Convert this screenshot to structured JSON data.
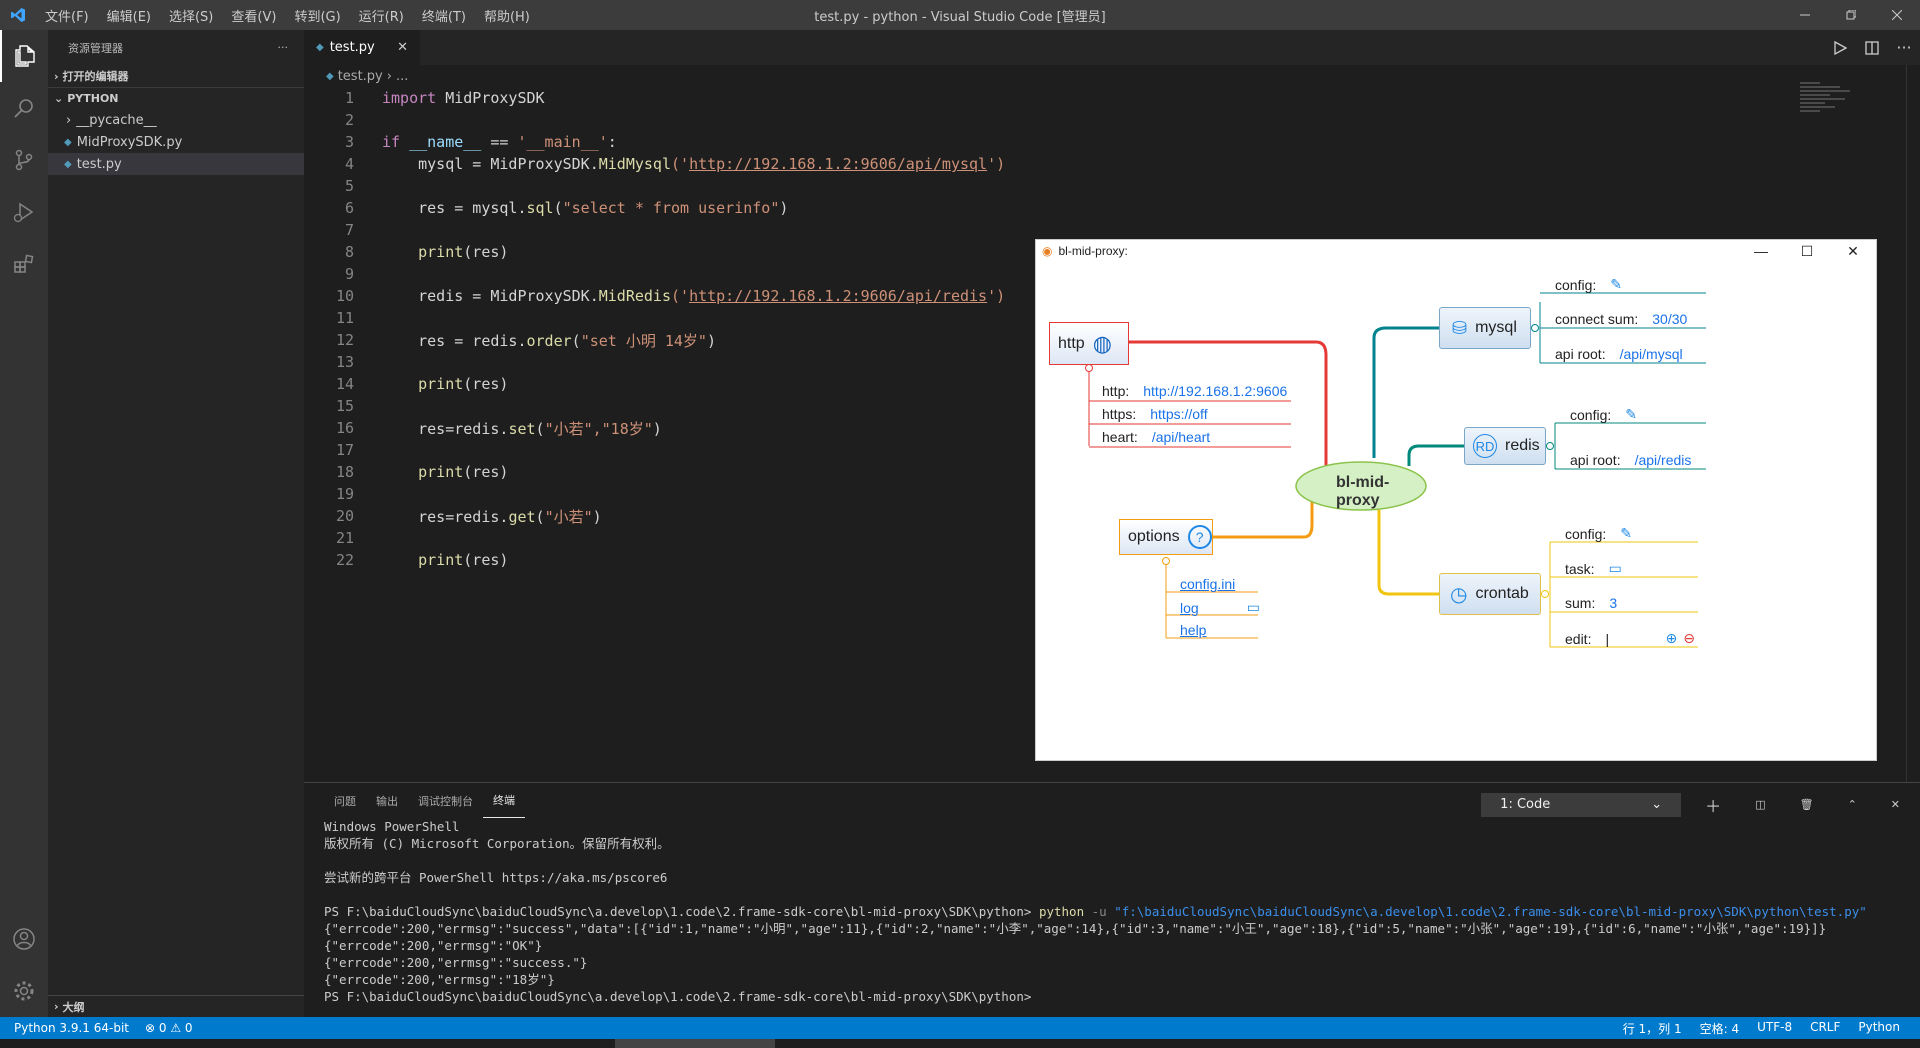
{
  "window": {
    "title": "test.py - python - Visual Studio Code [管理员]",
    "menu": [
      "文件(F)",
      "编辑(E)",
      "选择(S)",
      "查看(V)",
      "转到(G)",
      "运行(R)",
      "终端(T)",
      "帮助(H)"
    ]
  },
  "sidebar": {
    "title": "资源管理器",
    "open_editors": "打开的编辑器",
    "folder": "PYTHON",
    "items": [
      "__pycache__",
      "MidProxySDK.py",
      "test.py"
    ],
    "outline": "大纲"
  },
  "editor": {
    "tab": "test.py",
    "breadcrumb_file": "test.py",
    "breadcrumb_more": "...",
    "lines": [
      "1",
      "2",
      "3",
      "4",
      "5",
      "6",
      "7",
      "8",
      "9",
      "10",
      "11",
      "12",
      "13",
      "14",
      "15",
      "16",
      "17",
      "18",
      "19",
      "20",
      "21",
      "22"
    ],
    "code": {
      "l1_kw": "import",
      "l1_mod": " MidProxySDK",
      "l3_kw": "if",
      "l3_a": " __name__",
      "l3_b": " == ",
      "l3_c": "'__main__'",
      "l3_d": ":",
      "l4_a": "    mysql = MidProxySDK.",
      "l4_fn": "MidMysql",
      "l4_b": "('",
      "l4_url": "http://192.168.1.2:9606/api/mysql",
      "l4_c": "')",
      "l6_a": "    res = mysql.",
      "l6_fn": "sql",
      "l6_b": "(",
      "l6_str": "\"select * from userinfo\"",
      "l6_c": ")",
      "l8_fn": "    print",
      "l8_a": "(res)",
      "l10_a": "    redis = MidProxySDK.",
      "l10_fn": "MidRedis",
      "l10_b": "('",
      "l10_url": "http://192.168.1.2:9606/api/redis",
      "l10_c": "')",
      "l12_a": "    res = redis.",
      "l12_fn": "order",
      "l12_b": "(",
      "l12_str": "\"set 小明 14岁\"",
      "l12_c": ")",
      "l14_fn": "    print",
      "l14_a": "(res)",
      "l16_a": "    res=redis.",
      "l16_fn": "set",
      "l16_b": "(",
      "l16_str": "\"小若\",\"18岁\"",
      "l16_c": ")",
      "l18_fn": "    print",
      "l18_a": "(res)",
      "l20_a": "    res=redis.",
      "l20_fn": "get",
      "l20_b": "(",
      "l20_str": "\"小若\"",
      "l20_c": ")",
      "l22_fn": "    print",
      "l22_a": "(res)"
    }
  },
  "panel": {
    "tabs": [
      "问题",
      "输出",
      "调试控制台",
      "终端"
    ],
    "terminal_select": "1: Code",
    "terminal": [
      "Windows PowerShell",
      "版权所有 (C) Microsoft Corporation。保留所有权利。",
      "",
      "尝试新的跨平台 PowerShell https://aka.ms/pscore6",
      "",
      "{\"errcode\":200,\"errmsg\":\"success\",\"data\":[{\"id\":1,\"name\":\"小明\",\"age\":11},{\"id\":2,\"name\":\"小李\",\"age\":14},{\"id\":3,\"name\":\"小王\",\"age\":18},{\"id\":5,\"name\":\"小张\",\"age\":19},{\"id\":6,\"name\":\"小张\",\"age\":19}]}",
      "{\"errcode\":200,\"errmsg\":\"OK\"}",
      "{\"errcode\":200,\"errmsg\":\"success.\"}",
      "{\"errcode\":200,\"errmsg\":\"18岁\"}",
      "PS F:\\baiduCloudSync\\baiduCloudSync\\a.develop\\1.code\\2.frame-sdk-core\\bl-mid-proxy\\SDK\\python>"
    ],
    "cmd_prompt": "PS F:\\baiduCloudSync\\baiduCloudSync\\a.develop\\1.code\\2.frame-sdk-core\\bl-mid-proxy\\SDK\\python> ",
    "cmd_exe": "python",
    "cmd_flag": " -u ",
    "cmd_path": "\"f:\\baiduCloudSync\\baiduCloudSync\\a.develop\\1.code\\2.frame-sdk-core\\bl-mid-proxy\\SDK\\python\\test.py\""
  },
  "status": {
    "python": "Python 3.9.1 64-bit",
    "problems": "⊗ 0 ⚠ 0",
    "position": "行 1，列 1",
    "spaces": "空格: 4",
    "encoding": "UTF-8",
    "eol": "CRLF",
    "lang": "Python"
  },
  "mindmap": {
    "title": "bl-mid-proxy:",
    "center": "bl-mid-proxy",
    "http": {
      "label": "http",
      "items": [
        [
          "http:",
          "http://192.168.1.2:9606"
        ],
        [
          "https:",
          "https://off"
        ],
        [
          "heart:",
          "/api/heart"
        ]
      ]
    },
    "options": {
      "label": "options",
      "items": [
        "config.ini",
        "log",
        "help"
      ]
    },
    "mysql": {
      "label": "mysql",
      "config": "config:",
      "connect_label": "connect sum:",
      "connect_value": "30/30",
      "root_label": "api root:",
      "root_value": "/api/mysql"
    },
    "redis": {
      "label": "redis",
      "icon_text": "RD",
      "config": "config:",
      "root_label": "api root:",
      "root_value": "/api/redis"
    },
    "crontab": {
      "label": "crontab",
      "config": "config:",
      "task": "task:",
      "sum_label": "sum:",
      "sum_value": "3",
      "edit": "edit:"
    }
  },
  "colors": {
    "accent": "#007acc",
    "http_red": "#e53935",
    "mysql_teal": "#00838f",
    "options_orange": "#f39c12",
    "crontab_yellow": "#f1c40f"
  }
}
